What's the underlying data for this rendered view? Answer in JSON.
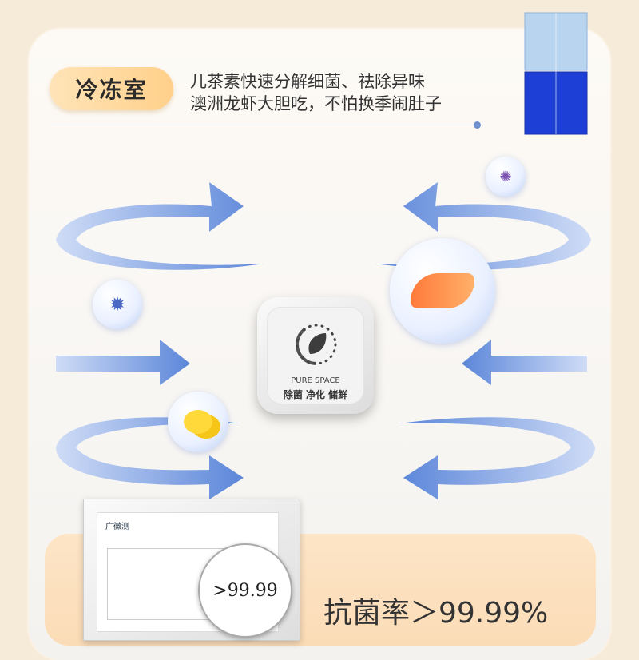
{
  "header": {
    "title": "冷冻室",
    "line1": "儿茶素快速分解细菌、祛除异味",
    "line2": "澳洲龙虾大胆吃，不怕换季闹肚子"
  },
  "device": {
    "brand": "PURE SPACE",
    "slogan": "除菌 净化 储鲜",
    "icon": "leaf-icon"
  },
  "certificate": {
    "lab": "广微测",
    "magnified_value": ">99.99"
  },
  "result": {
    "text": "抗菌率＞99.99%"
  },
  "colors": {
    "accent": "#5a86d8",
    "pill": "#ffd08a",
    "banner": "#fde5c6"
  }
}
